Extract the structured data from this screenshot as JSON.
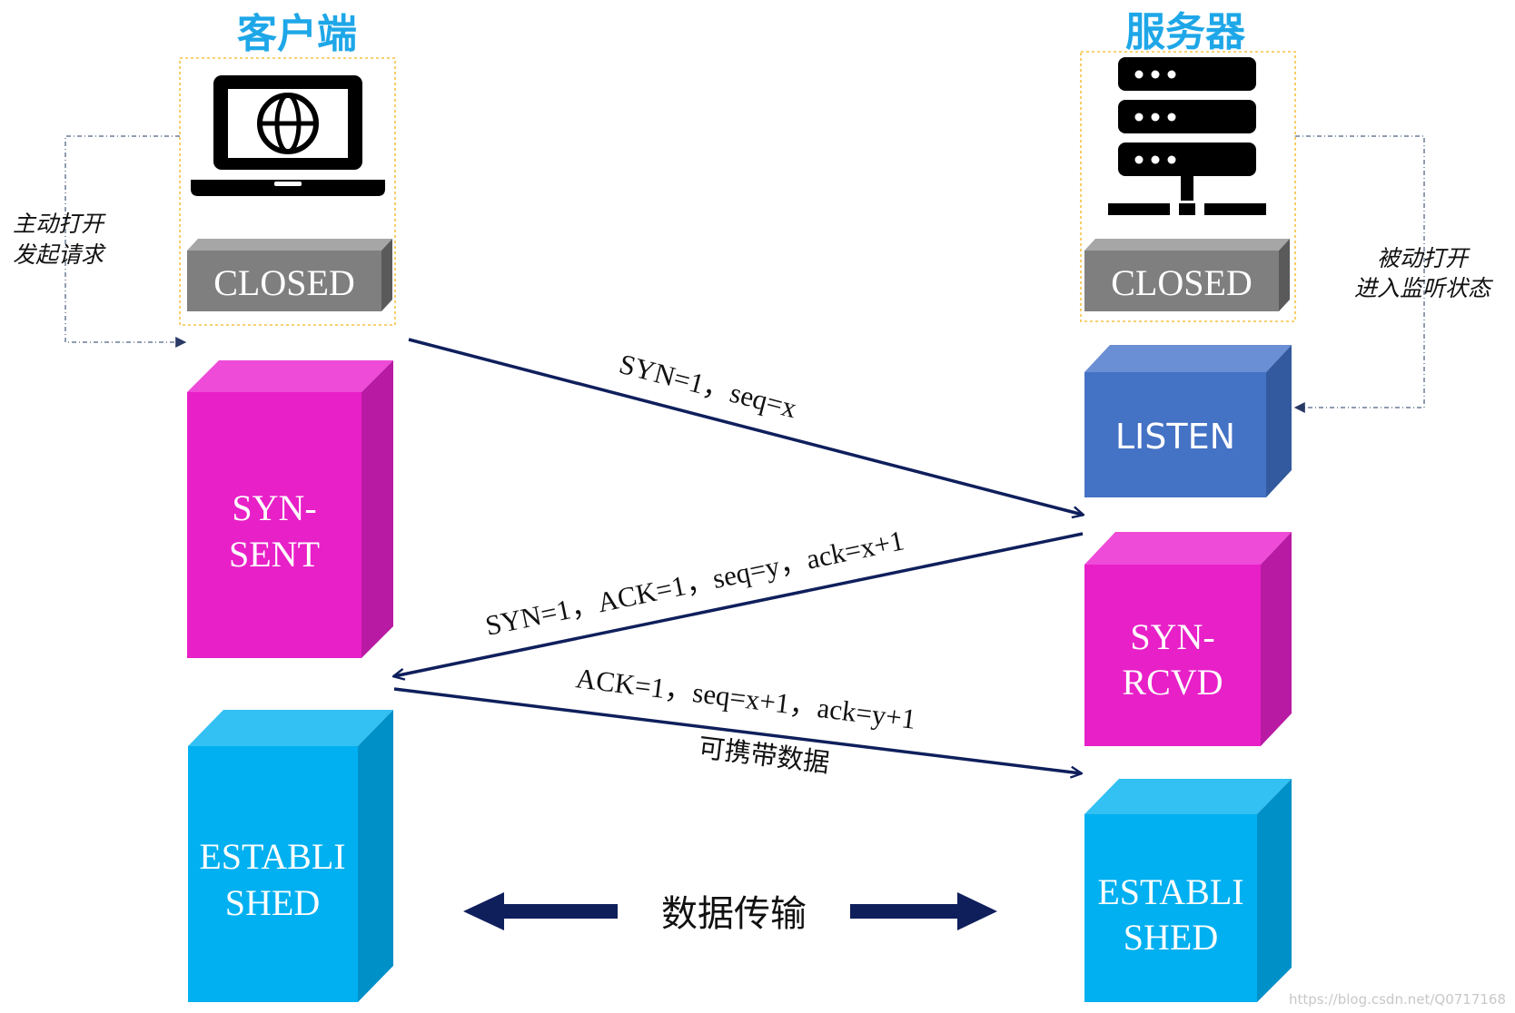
{
  "client": {
    "title": "客户端",
    "icon": "laptop-globe-icon",
    "closed_label": "CLOSED",
    "note_line1": "主动打开",
    "note_line2": "发起请求",
    "syn_sent_line1": "SYN-",
    "syn_sent_line2": "SENT",
    "established_line1": "ESTABLI",
    "established_line2": "SHED"
  },
  "server": {
    "title": "服务器",
    "icon": "server-rack-icon",
    "closed_label": "CLOSED",
    "note_line1": "被动打开",
    "note_line2": "进入监听状态",
    "listen_label": "LISTEN",
    "syn_rcvd_line1": "SYN-",
    "syn_rcvd_line2": "RCVD",
    "established_line1": "ESTABLI",
    "established_line2": "SHED"
  },
  "messages": {
    "syn": "SYN=1，seq=x",
    "syn_ack": "SYN=1，ACK=1，seq=y，ack=x+1",
    "ack": "ACK=1，seq=x+1，ack=y+1",
    "ack_note": "可携带数据"
  },
  "data_transfer": "数据传输",
  "watermark": "https://blog.csdn.net/Q0717168",
  "colors": {
    "title": "#1ea7e8",
    "closed_front": "#7f7f7f",
    "syn_front": "#e820c8",
    "listen_front": "#4472c4",
    "established_front": "#00b0f0",
    "arrow": "#0f1f5c",
    "dashed": "#6a7b96",
    "highlight_border": "#f5c242"
  }
}
